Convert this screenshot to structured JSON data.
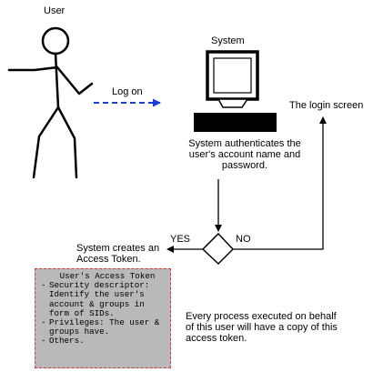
{
  "labels": {
    "user": "User",
    "system": "System",
    "log_on": "Log on",
    "login_screen": "The login screen",
    "authenticates": "System authenticates the user's account name and password.",
    "yes": "YES",
    "no": "NO",
    "creates_token": "System creates an Access Token.",
    "every_process": "Every process executed on behalf of this user will have a copy of this access token."
  },
  "token_box": {
    "title": "User's Access Token",
    "items": [
      "Security descriptor: Identify the user's account & groups in form of SIDs.",
      "Privileges: The user & groups have.",
      "Others."
    ]
  },
  "colors": {
    "log_on_arrow": "#1a3cd6",
    "token_border": "#d23a3a",
    "token_fill": "#b9b9b9"
  }
}
